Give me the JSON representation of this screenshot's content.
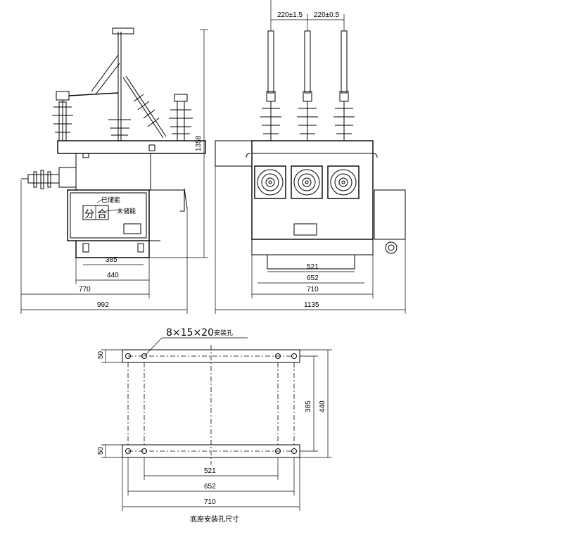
{
  "side_view": {
    "height": "1358",
    "d_385": "385",
    "d_440": "440",
    "d_770": "770",
    "d_992": "992",
    "label_charged": "已储能",
    "label_uncharged": "未储能",
    "label_open": "分",
    "label_close": "合"
  },
  "front_view": {
    "spacing_left": "220±1.5",
    "spacing_right": "220±0.5",
    "d_521": "521",
    "d_652": "652",
    "d_710": "710",
    "d_1135": "1135"
  },
  "base_plan": {
    "holes_note": "8×15×20",
    "holes_note_suffix": "安装孔",
    "d_50_top": "50",
    "d_50_bottom": "50",
    "d_385": "385",
    "d_440": "440",
    "d_521": "521",
    "d_652": "652",
    "d_710": "710",
    "caption": "底座安装孔尺寸"
  }
}
